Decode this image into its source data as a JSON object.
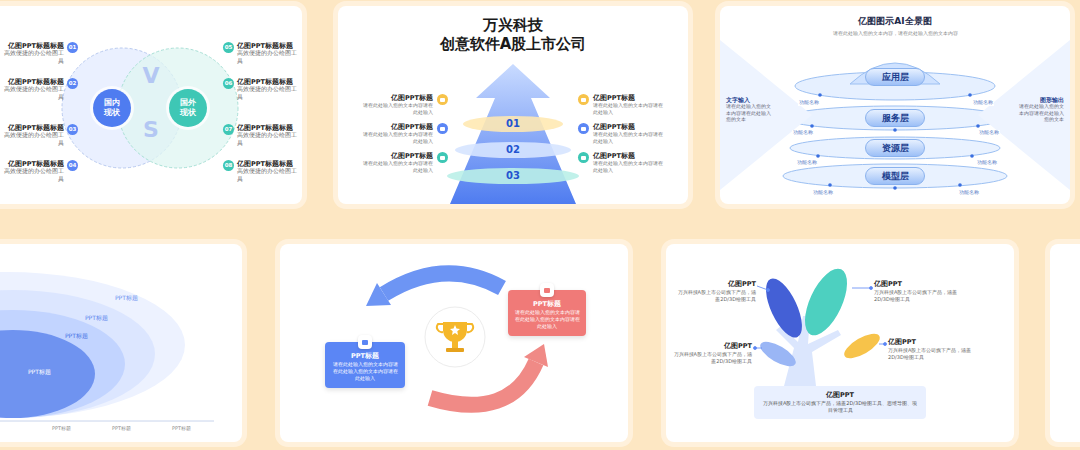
{
  "diagram": {
    "nodes": [
      {
        "text": [
          "国内现状"
        ]
      },
      {
        "text": [
          "国外现状"
        ]
      },
      {
        "text": [
          "01",
          "亿图PPT标题标题",
          "高效便捷的办公绘图工具"
        ]
      },
      {
        "text": [
          "02",
          "亿图PPT标题标题",
          "高效便捷的办公绘图工具"
        ]
      },
      {
        "text": [
          "03",
          "亿图PPT标题标题",
          "高效便捷的办公绘图工具"
        ]
      },
      {
        "text": [
          "04",
          "亿图PPT标题标题",
          "高效便捷的办公绘图工具"
        ]
      },
      {
        "text": [
          "05",
          "亿图PPT标题标题",
          "高效便捷的办公绘图工具"
        ]
      },
      {
        "text": [
          "06",
          "亿图PPT标题标题",
          "高效便捷的办公绘图工具"
        ]
      },
      {
        "text": [
          "07",
          "亿图PPT标题标题",
          "高效便捷的办公绘图工具"
        ]
      },
      {
        "text": [
          "08",
          "亿图PPT标题标题",
          "高效便捷的办公绘图工具"
        ]
      },
      {
        "text": [
          "01"
        ]
      },
      {
        "text": [
          "02"
        ]
      },
      {
        "text": [
          "03"
        ]
      },
      {
        "text": [
          "亿图PPT标题",
          "请在此处输入您的文本内容请在此处输入"
        ]
      },
      {
        "text": [
          "亿图PPT标题",
          "请在此处输入您的文本内容请在此处输入"
        ]
      },
      {
        "text": [
          "亿图PPT标题",
          "请在此处输入您的文本内容请在此处输入"
        ]
      },
      {
        "text": [
          "亿图PPT标题",
          "请在此处输入您的文本内容请在此处输入"
        ]
      },
      {
        "text": [
          "亿图PPT标题",
          "请在此处输入您的文本内容请在此处输入"
        ]
      },
      {
        "text": [
          "亿图PPT标题",
          "请在此处输入您的文本内容请在此处输入"
        ]
      },
      {
        "text": [
          "文字输入",
          "请在此处输入您的文本内容请在此处输入您的文本"
        ]
      },
      {
        "text": [
          "应用层"
        ]
      },
      {
        "text": [
          "服务层"
        ]
      },
      {
        "text": [
          "资源层"
        ]
      },
      {
        "text": [
          "模型层"
        ]
      },
      {
        "text": [
          "图形输出",
          "请在此处输入您的文本内容请在此处输入您的文本"
        ]
      },
      {
        "text": [
          "PPT标题"
        ]
      },
      {
        "text": [
          "PPT标题"
        ],
        "in": 25
      },
      {
        "text": [
          "PPT标题"
        ],
        "in": 26
      },
      {
        "text": [
          "PPT标题"
        ],
        "in": 27
      },
      {
        "text": [
          "PPT标题",
          "请在此处输入您的文本内容请在此处输入您的文本内容请在此处输入"
        ]
      },
      {
        "text": [
          "PPT标题",
          "请在此处输入您的文本内容请在此处输入您的文本内容请在此处输入"
        ]
      },
      {
        "text": [
          "亿图PPT",
          "万兴科技A股上市公司旗下产品，涵盖2D/3D绘图工具"
        ]
      },
      {
        "text": [
          "亿图PPT",
          "万兴科技A股上市公司旗下产品，涵盖2D/3D绘图工具"
        ]
      },
      {
        "text": [
          "亿图PPT",
          "万兴科技A股上市公司旗下产品，涵盖2D/3D绘图工具"
        ]
      },
      {
        "text": [
          "亿图PPT",
          "万兴科技A股上市公司旗下产品，涵盖2D/3D绘图工具"
        ]
      },
      {
        "text": [
          "亿图PPT",
          "万兴科技A股上市公司旗下产品，涵盖2D/3D绘图工具、思维导图、项目管理工具"
        ]
      }
    ],
    "labels": [
      "V",
      "S",
      "万兴科技 创意软件A股上市公司",
      "亿图图示AI全景图",
      "请在此处输入您的文本内容，请在此处输入您的文本内容",
      "功能名称",
      "功能名称",
      "功能名称",
      "功能名称",
      "功能名称",
      "功能名称",
      "功能名称",
      "功能名称",
      "PPT标题",
      "PPT标题",
      "PPT标题"
    ]
  }
}
